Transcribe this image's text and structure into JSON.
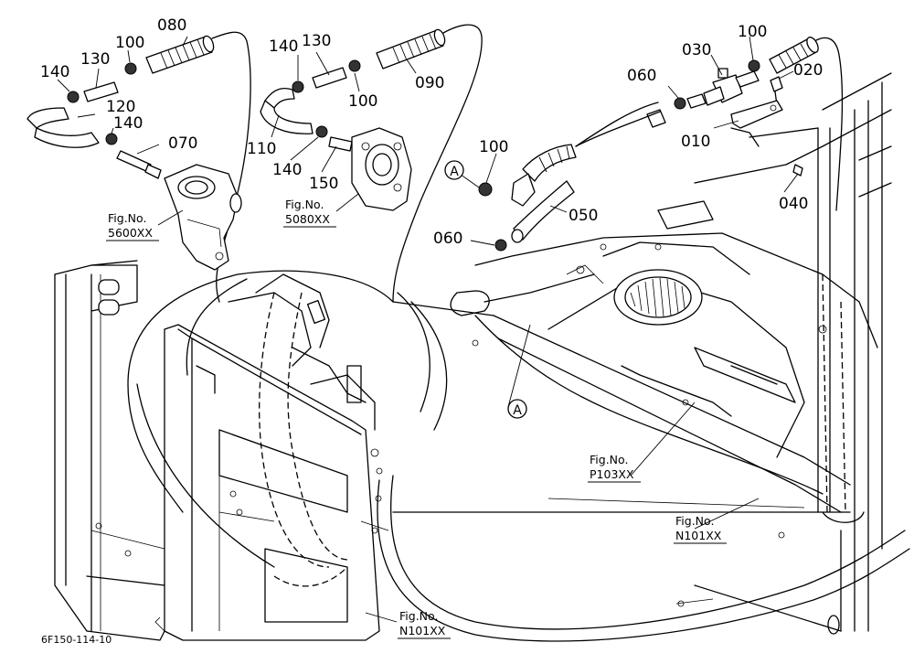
{
  "part_labels": {
    "p080": "080",
    "p100_a": "100",
    "p130_a": "130",
    "p140_a": "140",
    "p120": "120",
    "p140_b": "140",
    "p070": "070",
    "p140_c": "140",
    "p130_b": "130",
    "p100_b": "100",
    "p090": "090",
    "p110": "110",
    "p140_d": "140",
    "p150": "150",
    "p100_c": "100",
    "p030": "030",
    "p020": "020",
    "p060_a": "060",
    "p010": "010",
    "p040": "040",
    "p100_d": "100",
    "p050": "050",
    "p060_b": "060"
  },
  "callouts": {
    "a_top": "A",
    "a_bottom": "A"
  },
  "figure_refs": {
    "f5600_label": "Fig.No.",
    "f5600_code": "5600XX",
    "f5080_label": "Fig.No.",
    "f5080_code": "5080XX",
    "fP103_label": "Fig.No.",
    "fP103_code": "P103XX",
    "fN101_right_label": "Fig.No.",
    "fN101_right_code": "N101XX",
    "fN101_bottom_label": "Fig.No.",
    "fN101_bottom_code": "N101XX"
  },
  "drawing_code": "6F150-114-10"
}
